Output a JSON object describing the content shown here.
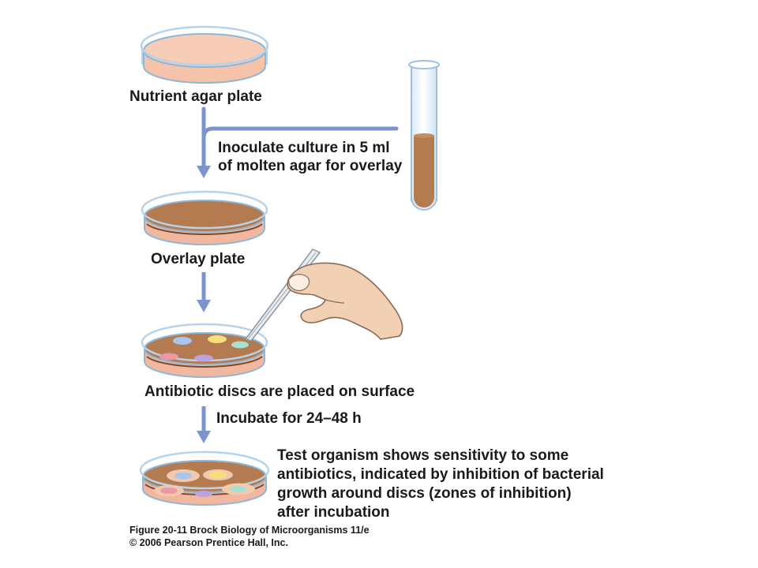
{
  "steps": {
    "nutrient_plate": "Nutrient agar plate",
    "inoculate_line1": "Inoculate culture in 5 ml",
    "inoculate_line2": "of molten agar for overlay",
    "overlay_plate": "Overlay plate",
    "discs_placed": "Antibiotic discs are placed on surface",
    "incubate": "Incubate for 24–48 h",
    "result_line1": "Test organism shows sensitivity to some",
    "result_line2": "antibiotics, indicated by inhibition of bacterial",
    "result_line3": "growth around discs (zones of inhibition)",
    "result_line4": "after incubation"
  },
  "caption": {
    "line1": "Figure 20-11  Brock Biology of Microorganisms 11/e",
    "line2": "© 2006 Pearson Prentice Hall, Inc."
  },
  "colors": {
    "arrow": "#7b94cf",
    "nutrient_agar": "#f5c2aa",
    "overlay_agar": "#b47a50",
    "dish_glass": "#cfe4f4"
  }
}
